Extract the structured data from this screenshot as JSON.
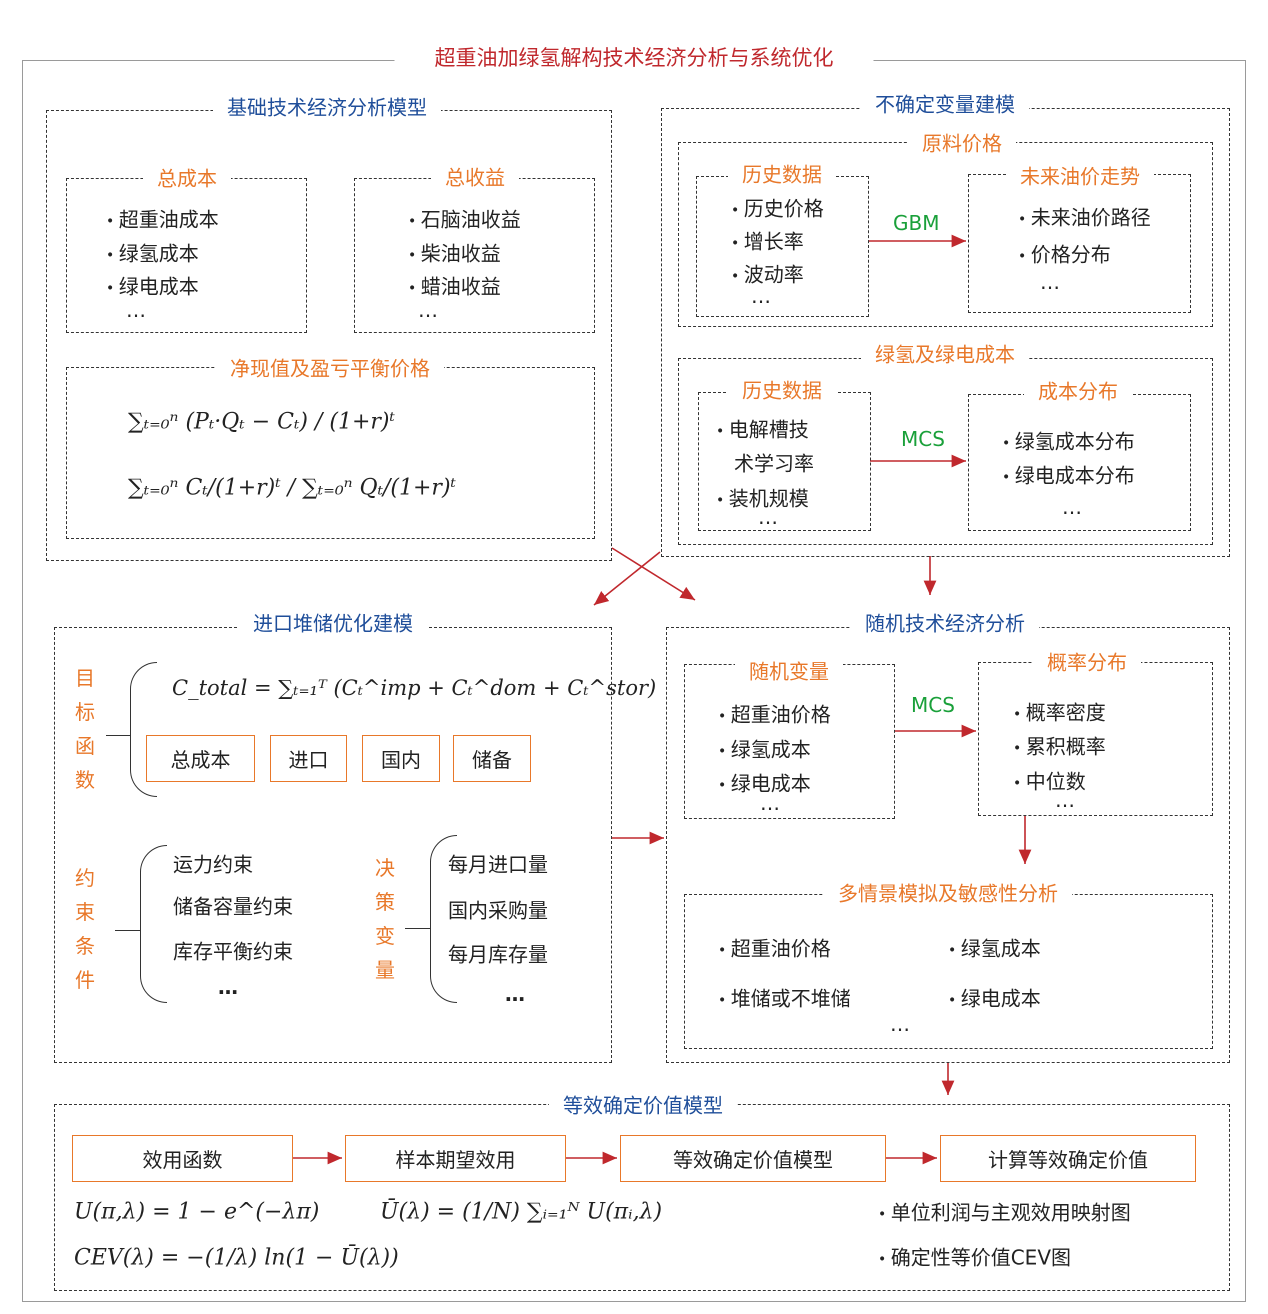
{
  "title": "超重油加绿氢解构技术经济分析与系统优化",
  "colors": {
    "title": "#c0282d",
    "section": "#1f4e9a",
    "sub": "#e8782a",
    "method": "#1aa03a",
    "arrow": "#c0282d"
  },
  "basic": {
    "title": "基础技术经济分析模型",
    "cost": {
      "title": "总成本",
      "items": [
        "超重油成本",
        "绿氢成本",
        "绿电成本"
      ],
      "more": "…"
    },
    "revenue": {
      "title": "总收益",
      "items": [
        "石脑油收益",
        "柴油收益",
        "蜡油收益"
      ],
      "more": "…"
    },
    "npv": {
      "title": "净现值及盈亏平衡价格",
      "formula_npv": "∑ₜ₌₀ⁿ (Pₜ·Qₜ − Cₜ) / (1+r)ᵗ",
      "formula_be": "∑ₜ₌₀ⁿ Cₜ/(1+r)ᵗ  /  ∑ₜ₌₀ⁿ Qₜ/(1+r)ᵗ"
    }
  },
  "uncertain": {
    "title": "不确定变量建模",
    "raw": {
      "title": "原料价格",
      "hist": {
        "title": "历史数据",
        "items": [
          "历史价格",
          "增长率",
          "波动率"
        ],
        "more": "…"
      },
      "method": "GBM",
      "future": {
        "title": "未来油价走势",
        "items": [
          "未来油价路径",
          "价格分布"
        ],
        "more": "…"
      }
    },
    "green": {
      "title": "绿氢及绿电成本",
      "hist": {
        "title": "历史数据",
        "items": [
          "电解槽技",
          "术学习率",
          "装机规模"
        ],
        "more": "…"
      },
      "method": "MCS",
      "dist": {
        "title": "成本分布",
        "items": [
          "绿氢成本分布",
          "绿电成本分布"
        ],
        "more": "…"
      }
    }
  },
  "storage": {
    "title": "进口堆储优化建模",
    "objective_label": [
      "目",
      "标",
      "函",
      "数"
    ],
    "objective_formula": "C_total = ∑ₜ₌₁ᵀ (Cₜ^imp + Cₜ^dom + Cₜ^stor)",
    "cost_boxes": [
      "总成本",
      "进口",
      "国内",
      "储备"
    ],
    "constraint_label": [
      "约",
      "束",
      "条",
      "件"
    ],
    "constraints": [
      "运力约束",
      "储备容量约束",
      "库存平衡约束"
    ],
    "constraints_more": "…",
    "decision_label": [
      "决",
      "策",
      "变",
      "量"
    ],
    "decisions": [
      "每月进口量",
      "国内采购量",
      "每月库存量"
    ],
    "decisions_more": "…"
  },
  "stochastic": {
    "title": "随机技术经济分析",
    "vars": {
      "title": "随机变量",
      "items": [
        "超重油价格",
        "绿氢成本",
        "绿电成本"
      ],
      "more": "…"
    },
    "method": "MCS",
    "prob": {
      "title": "概率分布",
      "items": [
        "概率密度",
        "累积概率",
        "中位数"
      ],
      "more": "…"
    },
    "scenario": {
      "title": "多情景模拟及敏感性分析",
      "items": [
        "超重油价格",
        "堆储或不堆储",
        "绿氢成本",
        "绿电成本"
      ],
      "more": "…"
    }
  },
  "cev": {
    "title": "等效确定价值模型",
    "steps": [
      "效用函数",
      "样本期望效用",
      "等效确定价值模型",
      "计算等效确定价值"
    ],
    "formula_u": "U(π,λ) = 1 − e^(−λπ)",
    "formula_ubar": "Ū(λ) = (1/N) ∑ᵢ₌₁ᴺ U(πᵢ,λ)",
    "formula_cev": "CEV(λ) = −(1/λ) ln(1 − Ū(λ))",
    "outputs": [
      "单位利润与主观效用映射图",
      "确定性等价值CEV图"
    ]
  }
}
